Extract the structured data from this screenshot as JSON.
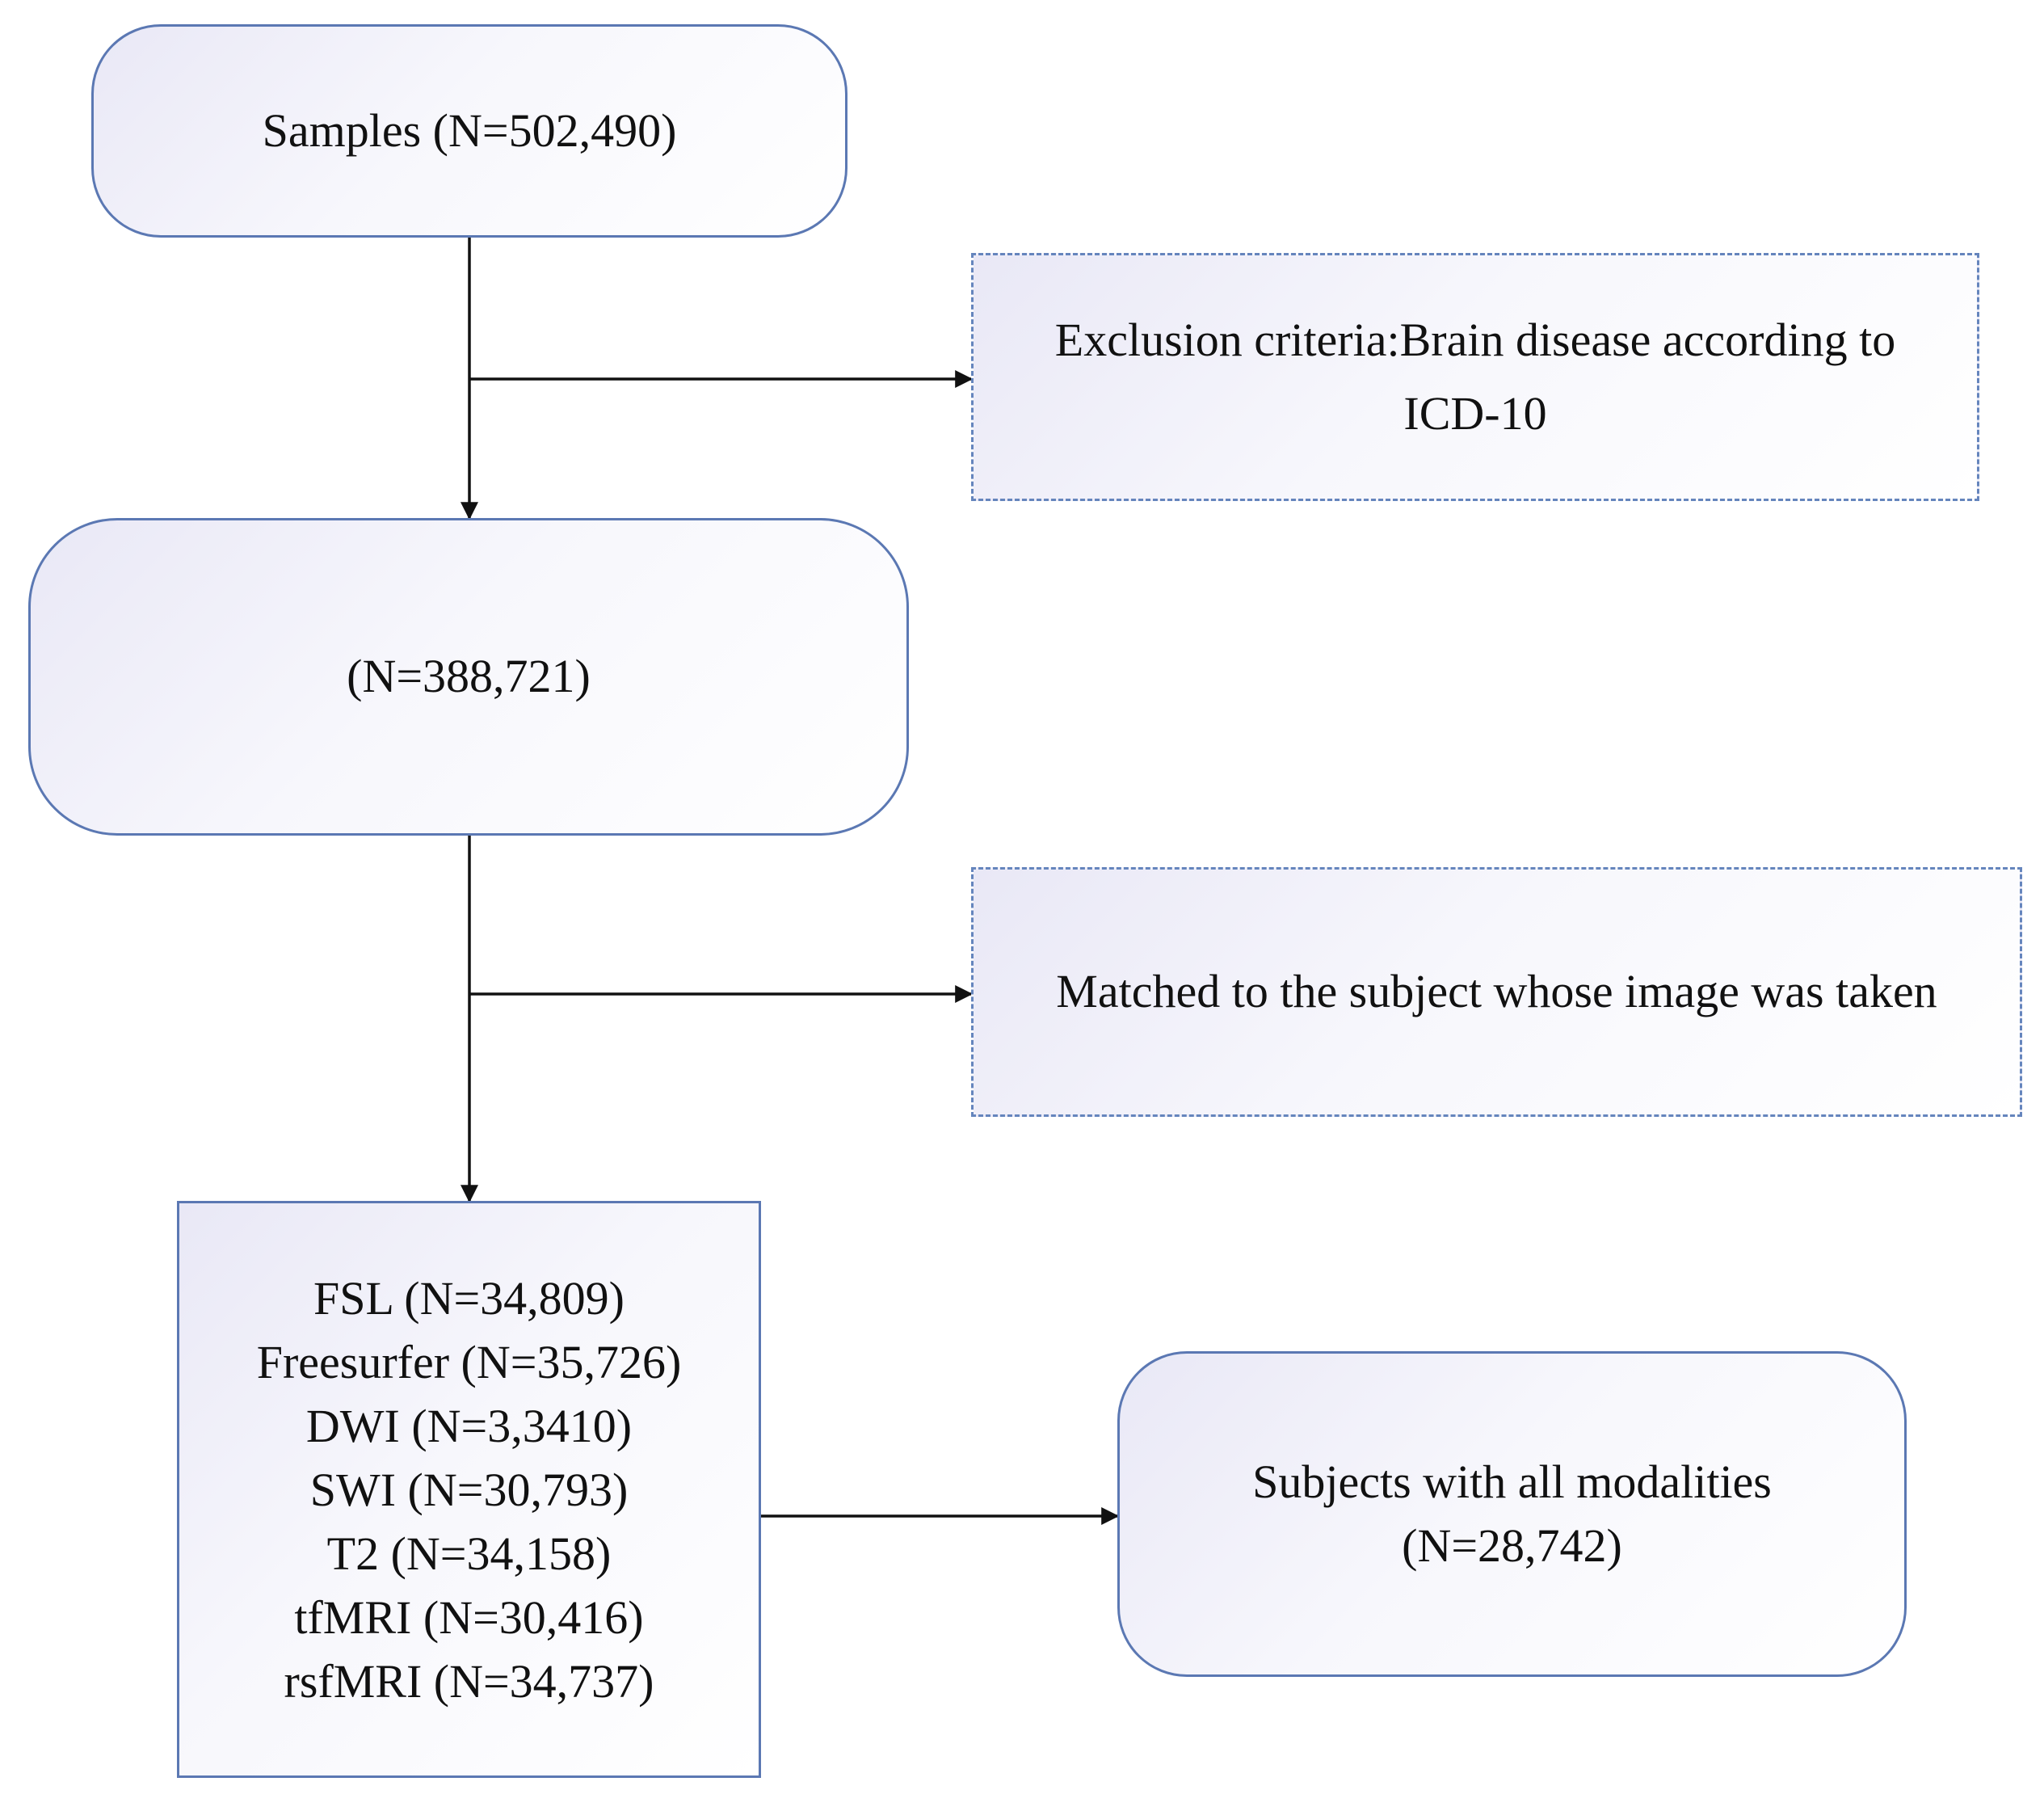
{
  "boxes": {
    "samples": {
      "label": "Samples (N=502,490)"
    },
    "exclusion": {
      "lines": [
        "Exclusion criteria:Brain disease according to",
        "ICD-10"
      ]
    },
    "remaining": {
      "label": "(N=388,721)"
    },
    "matched": {
      "label": "Matched to the subject whose image was taken"
    },
    "modalities": {
      "lines": [
        "FSL (N=34,809)",
        "Freesurfer (N=35,726)",
        "DWI (N=3,3410)",
        "SWI (N=30,793)",
        "T2 (N=34,158)",
        "tfMRI (N=30,416)",
        "rsfMRI (N=34,737)"
      ]
    },
    "all_modalities": {
      "lines": [
        "Subjects with all modalities",
        "(N=28,742)"
      ]
    }
  },
  "colors": {
    "border": "#5b78b3",
    "dashed_border": "#6585bd",
    "arrow": "#111111",
    "fill_tint": "#e9e8f6"
  }
}
